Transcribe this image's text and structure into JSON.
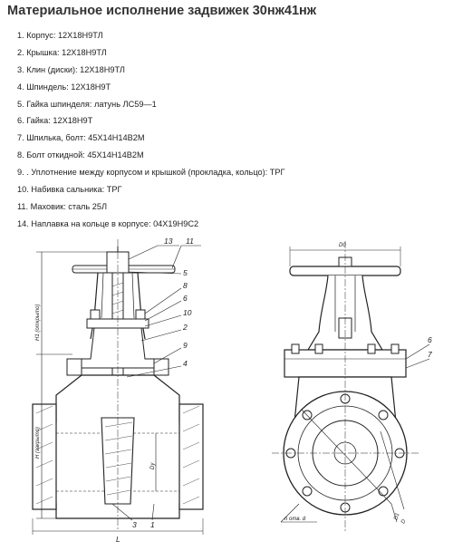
{
  "title": "Материальное исполнение задвижек 30нж41нж",
  "parts": [
    "1. Корпус: 12Х18Н9ТЛ",
    "2. Крышка: 12Х18Н9ТЛ",
    "3. Клин (диски): 12Х18Н9ТЛ",
    "4. Шпиндель: 12Х18Н9Т",
    "5. Гайка шпинделя: латунь ЛС59—1",
    "6. Гайка: 12Х18Н9Т",
    "7. Шпилька, болт: 45Х14Н14В2М",
    "8. Болт откидной: 45Х14Н14В2М",
    "9. . Уплотнение между корпусом и крышкой (прокладка, кольцо): ТРГ",
    "10. Набивка сальника: ТРГ",
    "11. Маховик: сталь 25Л",
    "14. Наплавка на кольце в корпусе: 04Х19Н9С2"
  ],
  "section_drawing": {
    "callouts": [
      "13",
      "11",
      "5",
      "8",
      "6",
      "10",
      "2",
      "9",
      "4",
      "3",
      "1"
    ],
    "dimensions": [
      "H1 (открыто)",
      "H (закрыто)",
      "Dу",
      "L"
    ]
  },
  "front_drawing": {
    "callouts": [
      "6",
      "7"
    ],
    "dimensions": [
      "D0",
      "D1",
      "D",
      "n отв. d"
    ]
  }
}
